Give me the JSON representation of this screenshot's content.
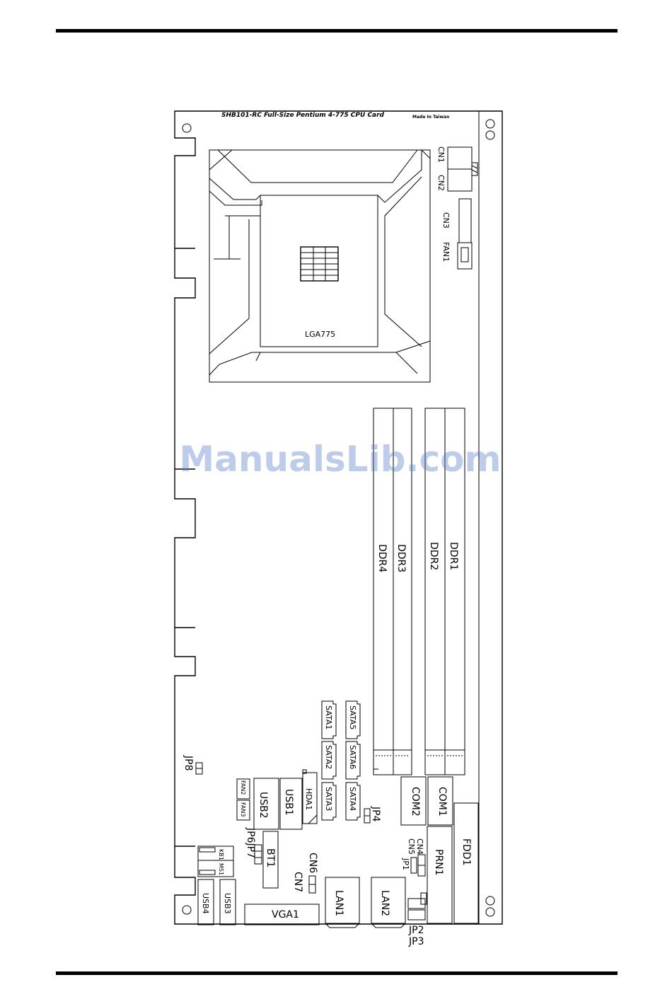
{
  "board": {
    "title": "SHB101-RC Full-Size Pentium 4-775 CPU Card",
    "made_in": "Made In Taiwan",
    "cpu_socket": "LGA775"
  },
  "connectors": {
    "cn1": "CN1",
    "cn2": "CN2",
    "cn3": "CN3",
    "fan1": "FAN1",
    "ddr1": "DDR1",
    "ddr2": "DDR2",
    "ddr3": "DDR3",
    "ddr4": "DDR4",
    "sata1": "SATA1",
    "sata2": "SATA2",
    "sata3": "SATA3",
    "sata4": "SATA4",
    "sata5": "SATA5",
    "sata6": "SATA6",
    "jp8": "JP8",
    "fan2": "FAN2",
    "fan3": "FAN3",
    "usb1": "USB1",
    "usb2": "USB2",
    "usb3": "USB3",
    "usb4": "USB4",
    "hda1": "HDA1",
    "jp4": "JP4",
    "com1": "COM1",
    "com2": "COM2",
    "fdd1": "FDD1",
    "prn1": "PRN1",
    "cn4": "CN4",
    "cn5": "CN5",
    "jp1": "JP1",
    "jp6jp7": "JP6JP7",
    "bt1": "BT1",
    "kb1": "KB1",
    "ms1": "MS1",
    "cn6": "CN6",
    "cn7": "CN7",
    "lan1": "LAN1",
    "lan2": "LAN2",
    "vga1": "VGA1",
    "jp2": "JP2",
    "jp3": "JP3"
  },
  "watermark": "ManualsLib.com"
}
